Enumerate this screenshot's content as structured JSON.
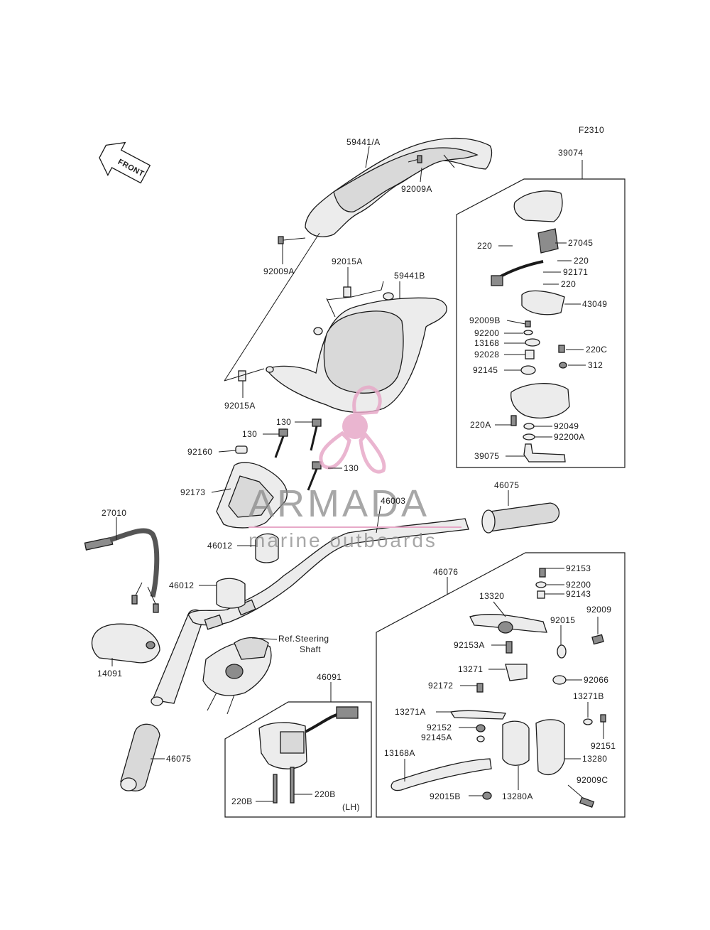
{
  "figure_code": "F2310",
  "front_label": "FRONT",
  "watermark": {
    "brand": "ARMADA",
    "tagline": "marine outboards",
    "accent_color": "#e7a9c8"
  },
  "note_ref_steering": "Ref.Steering\nShaft",
  "note_lh": "(LH)",
  "parts": {
    "p59441a": "59441/A",
    "p92009a_1": "92009A",
    "p92009a_2": "92009A",
    "p92015a_1": "92015A",
    "p59441b": "59441B",
    "p92015a_2": "92015A",
    "p130_1": "130",
    "p130_2": "130",
    "p130_3": "130",
    "p92160": "92160",
    "p92173": "92173",
    "p46003": "46003",
    "p46012_1": "46012",
    "p46012_2": "46012",
    "p27010": "27010",
    "p14091": "14091",
    "p46075_1": "46075",
    "p46075_2": "46075",
    "p46091": "46091",
    "p220b_1": "220B",
    "p220b_2": "220B",
    "p46076": "46076",
    "p39074": "39074",
    "p27045": "27045",
    "p220_1": "220",
    "p220_2": "220",
    "p220_3": "220",
    "p92171": "92171",
    "p43049": "43049",
    "p92009b": "92009B",
    "p92200_1": "92200",
    "p13168": "13168",
    "p92028": "92028",
    "p220c": "220C",
    "p312": "312",
    "p92145": "92145",
    "p220a": "220A",
    "p92049": "92049",
    "p92200a": "92200A",
    "p39075": "39075",
    "p92153": "92153",
    "p92200_2": "92200",
    "p92143": "92143",
    "p13320": "13320",
    "p92015": "92015",
    "p92009": "92009",
    "p92153a": "92153A",
    "p13271": "13271",
    "p92066": "92066",
    "p92172": "92172",
    "p13271b": "13271B",
    "p13271a": "13271A",
    "p92152": "92152",
    "p92151": "92151",
    "p92145a": "92145A",
    "p13280": "13280",
    "p13168a": "13168A",
    "p92009c": "92009C",
    "p92015b": "92015B",
    "p13280a": "13280A"
  }
}
